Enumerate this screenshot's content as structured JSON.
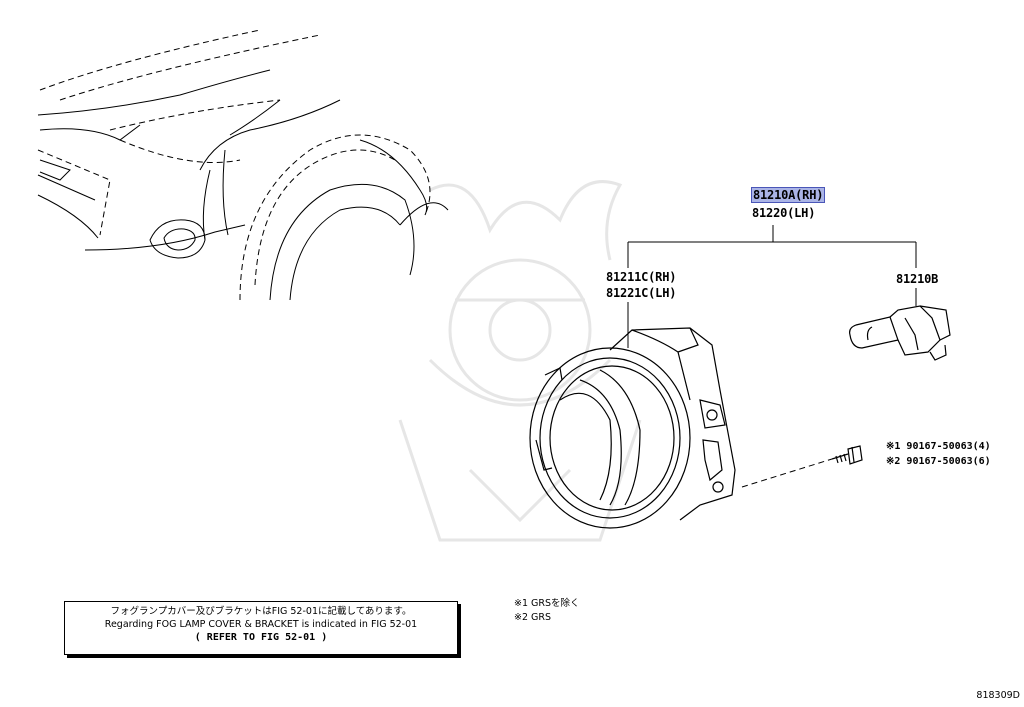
{
  "parts": {
    "assy_rh": "81210A(RH)",
    "assy_lh": "81220(LH)",
    "unit_rh": "81211C(RH)",
    "unit_lh": "81221C(LH)",
    "bulb": "81210B",
    "bolt_1": "※1 90167-50063(4)",
    "bolt_2": "※2 90167-50063(6)"
  },
  "note": {
    "japanese": "フォグランプカバー及びブラケットはFIG 52-01に記載してあります。",
    "english": "Regarding FOG LAMP COVER & BRACKET is indicated in FIG 52-01",
    "reference": "(  REFER TO FIG 52-01  )"
  },
  "footnotes": {
    "fn1": "※1 GRSを除く",
    "fn2": "※2 GRS"
  },
  "diagram_code": "818309D",
  "colors": {
    "highlight": "#aab4e6",
    "highlight_border": "#4a56b8",
    "line": "#000000",
    "watermark": "#e8e8e8"
  }
}
